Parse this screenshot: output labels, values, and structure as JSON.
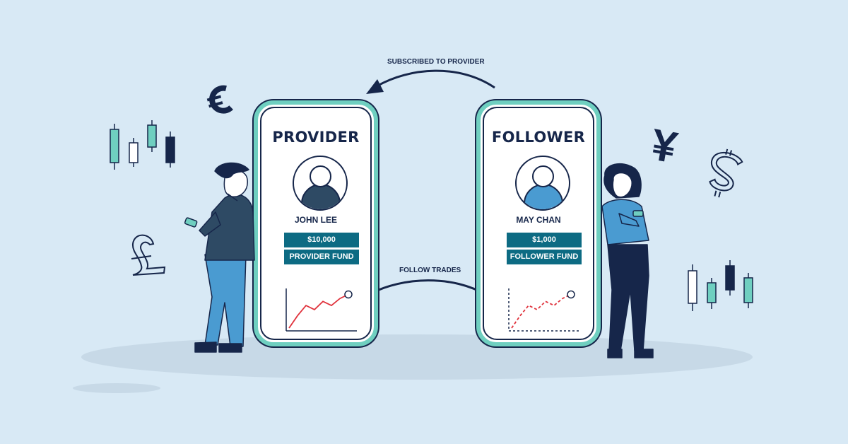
{
  "arrows": {
    "top_label": "SUBSCRIBED TO PROVIDER",
    "bottom_label": "FOLLOW TRADES"
  },
  "provider": {
    "role": "PROVIDER",
    "name": "JOHN LEE",
    "amount": "$10,000",
    "fund_label": "PROVIDER FUND",
    "chart_trend": [
      0,
      0.3,
      0.55,
      0.45,
      0.65,
      0.55,
      0.72,
      0.82
    ]
  },
  "follower": {
    "role": "FOLLOWER",
    "name": "MAY CHAN",
    "amount": "$1,000",
    "fund_label": "FOLLOWER FUND",
    "chart_trend": [
      0,
      0.3,
      0.55,
      0.45,
      0.65,
      0.55,
      0.72,
      0.82
    ]
  },
  "currency_symbols": [
    "euro",
    "pound",
    "yen",
    "dollar"
  ],
  "colors": {
    "background": "#d8e9f5",
    "phone_frame": "#6fcfc0",
    "navy": "#16264a",
    "fund_box": "#0d6b83",
    "provider_avatar": "#2e4a64",
    "follower_avatar": "#4a9bd1",
    "trend_line": "#e0323c",
    "candle_teal": "#6fcfc0"
  }
}
